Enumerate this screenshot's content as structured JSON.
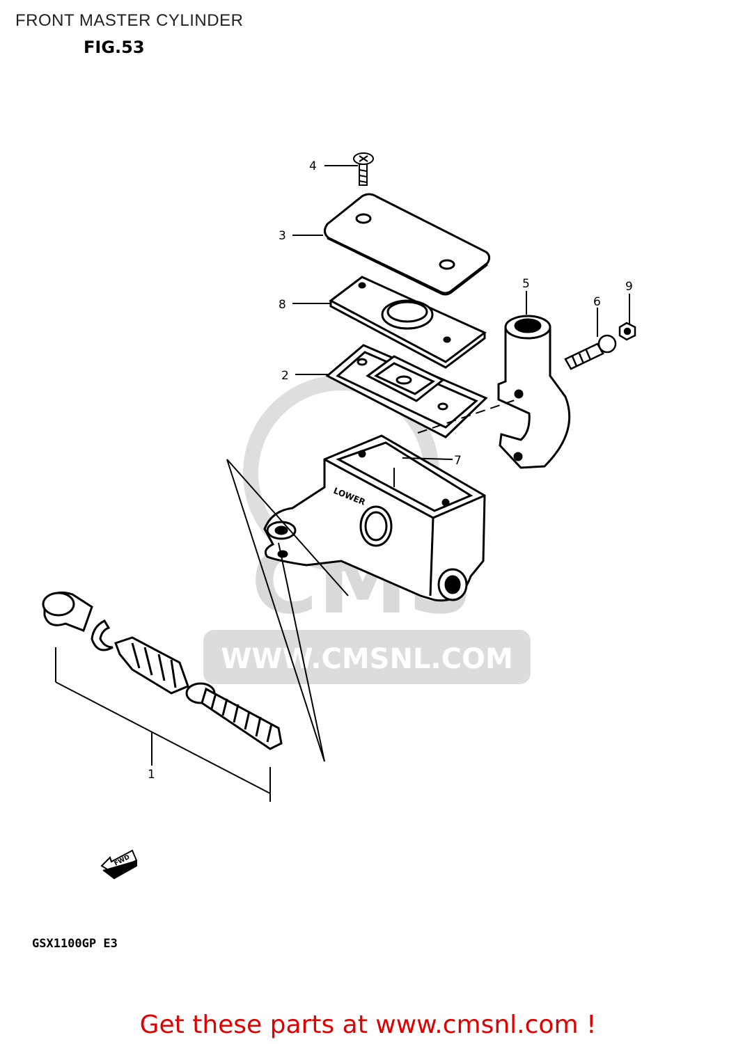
{
  "header": {
    "title": "FRONT MASTER CYLINDER",
    "figure": "FIG.53"
  },
  "callouts": [
    "1",
    "2",
    "3",
    "4",
    "5",
    "6",
    "7",
    "8",
    "9"
  ],
  "body_marking": "LOWER",
  "direction_marker": "FWD",
  "model_code": "GSX1100GP  E3",
  "watermark": {
    "logo_text": "CMS",
    "url_text": "WWW.CMSNL.COM"
  },
  "footer": {
    "link_text": "Get these parts at www.cmsnl.com !"
  },
  "colors": {
    "line": "#000000",
    "watermark": "#d4d4d4",
    "footer_link": "#e00000"
  }
}
